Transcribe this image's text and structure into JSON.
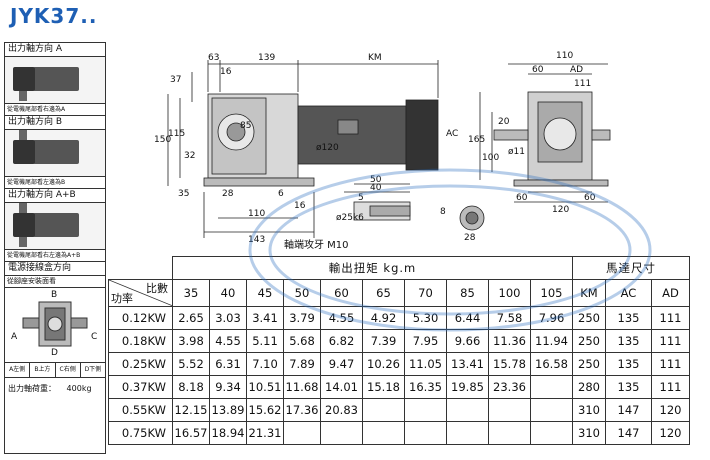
{
  "title": "JYK37..",
  "left_panel": {
    "dir_a": "出力軸方向 A",
    "dir_a_note": "從電機尾部看右邊為A",
    "dir_b": "出力軸方向 B",
    "dir_b_note": "從電機尾部看左邊為B",
    "dir_ab": "出力軸方向 A+B",
    "dir_ab_note": "從電機尾部看右左邊為A+B",
    "terminal_dir": "電源接線盒方向",
    "terminal_note": "從腳座安裝面看",
    "pos_a": "A",
    "pos_b": "B",
    "pos_c": "C",
    "pos_d": "D",
    "pos_legend": [
      "A左側",
      "B上方",
      "C右側",
      "D下側"
    ],
    "weight_label": "出力軸荷重：",
    "weight_value": "400kg"
  },
  "drawing": {
    "dims_top": [
      "63",
      "139",
      "KM",
      "110",
      "60",
      "AD",
      "111"
    ],
    "dims_front": [
      "37",
      "16",
      "150",
      "115",
      "32",
      "35",
      "28",
      "6",
      "16",
      "110",
      "143",
      "85",
      "ø120"
    ],
    "dims_side": [
      "165",
      "100",
      "AC",
      "20",
      "ø11",
      "60",
      "120",
      "60"
    ],
    "dims_shaft": [
      "50",
      "40",
      "5",
      "ø25k6",
      "8",
      "28"
    ],
    "thread_label": "軸端攻牙 M10"
  },
  "table": {
    "torque_header": "輸出扭矩 kg.m",
    "motor_header": "馬達尺寸",
    "ratio_label": "比數",
    "power_label": "功率",
    "ratios": [
      "35",
      "40",
      "45",
      "50",
      "60",
      "65",
      "70",
      "85",
      "100",
      "105"
    ],
    "motor_cols": [
      "KM",
      "AC",
      "AD"
    ],
    "rows": [
      {
        "power": "0.12KW",
        "values": [
          "2.65",
          "3.03",
          "3.41",
          "3.79",
          "4.55",
          "4.92",
          "5.30",
          "6.44",
          "7.58",
          "7.96"
        ],
        "motor": [
          "250",
          "135",
          "111"
        ]
      },
      {
        "power": "0.18KW",
        "values": [
          "3.98",
          "4.55",
          "5.11",
          "5.68",
          "6.82",
          "7.39",
          "7.95",
          "9.66",
          "11.36",
          "11.94"
        ],
        "motor": [
          "250",
          "135",
          "111"
        ]
      },
      {
        "power": "0.25KW",
        "values": [
          "5.52",
          "6.31",
          "7.10",
          "7.89",
          "9.47",
          "10.26",
          "11.05",
          "13.41",
          "15.78",
          "16.58"
        ],
        "motor": [
          "250",
          "135",
          "111"
        ]
      },
      {
        "power": "0.37KW",
        "values": [
          "8.18",
          "9.34",
          "10.51",
          "11.68",
          "14.01",
          "15.18",
          "16.35",
          "19.85",
          "23.36",
          ""
        ],
        "motor": [
          "280",
          "135",
          "111"
        ]
      },
      {
        "power": "0.55KW",
        "values": [
          "12.15",
          "13.89",
          "15.62",
          "17.36",
          "20.83",
          "",
          "",
          "",
          "",
          ""
        ],
        "motor": [
          "310",
          "147",
          "120"
        ]
      },
      {
        "power": "0.75KW",
        "values": [
          "16.57",
          "18.94",
          "21.31",
          "",
          "",
          "",
          "",
          "",
          "",
          ""
        ],
        "motor": [
          "310",
          "147",
          "120"
        ]
      }
    ]
  },
  "colors": {
    "title": "#1e5fb4",
    "line": "#222222",
    "watermark": "#2f6fbf"
  }
}
